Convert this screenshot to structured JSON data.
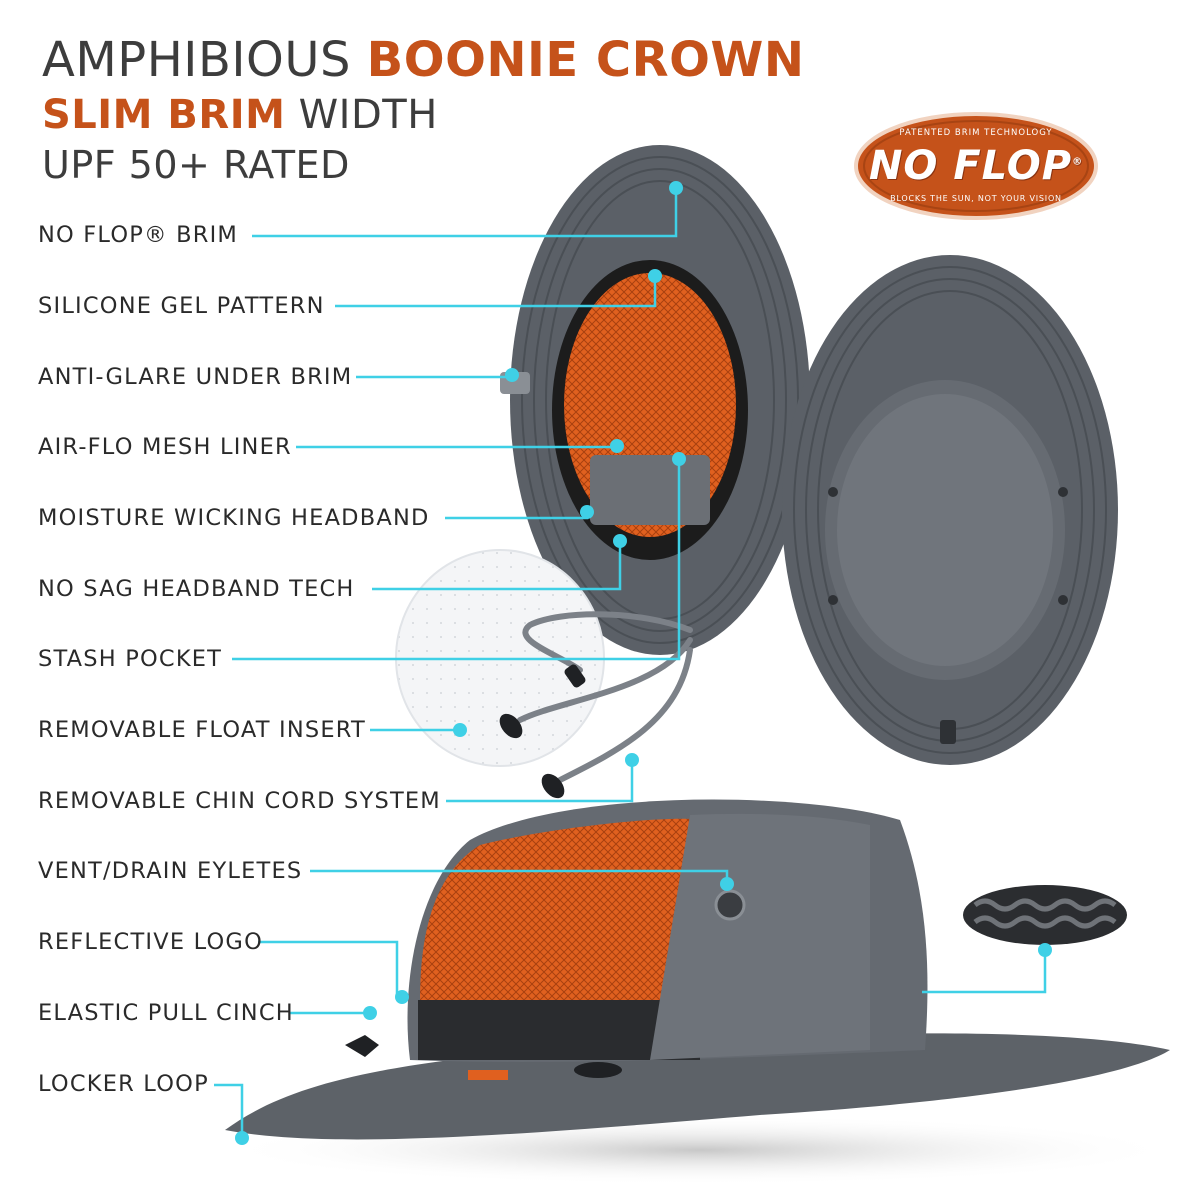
{
  "headline": {
    "line1_plain": "AMPHIBIOUS ",
    "line1_accent": "BOONIE CROWN",
    "line2_accent": "SLIM BRIM",
    "line2_plain": " WIDTH",
    "line3": "UPF 50+ RATED"
  },
  "badge": {
    "top_text": "PATENTED BRIM TECHNOLOGY",
    "main_text": "NO FLOP",
    "reg_mark": "®",
    "bottom_text": "BLOCKS THE SUN, NOT YOUR VISION"
  },
  "features": [
    "NO FLOP® BRIM",
    "SILICONE GEL PATTERN",
    "ANTI-GLARE UNDER BRIM",
    "AIR-FLO MESH LINER",
    "MOISTURE WICKING HEADBAND",
    "NO SAG HEADBAND TECH",
    "STASH POCKET",
    "REMOVABLE FLOAT INSERT",
    "REMOVABLE CHIN CORD SYSTEM",
    "VENT/DRAIN EYLETES",
    "REFLECTIVE LOGO",
    "ELASTIC PULL CINCH",
    "LOCKER LOOP"
  ],
  "colors": {
    "accent_orange": "#c5521a",
    "callout_cyan": "#3fd0e6",
    "hat_gray": "#5a5f66",
    "text_dark": "#3d3d3d"
  }
}
